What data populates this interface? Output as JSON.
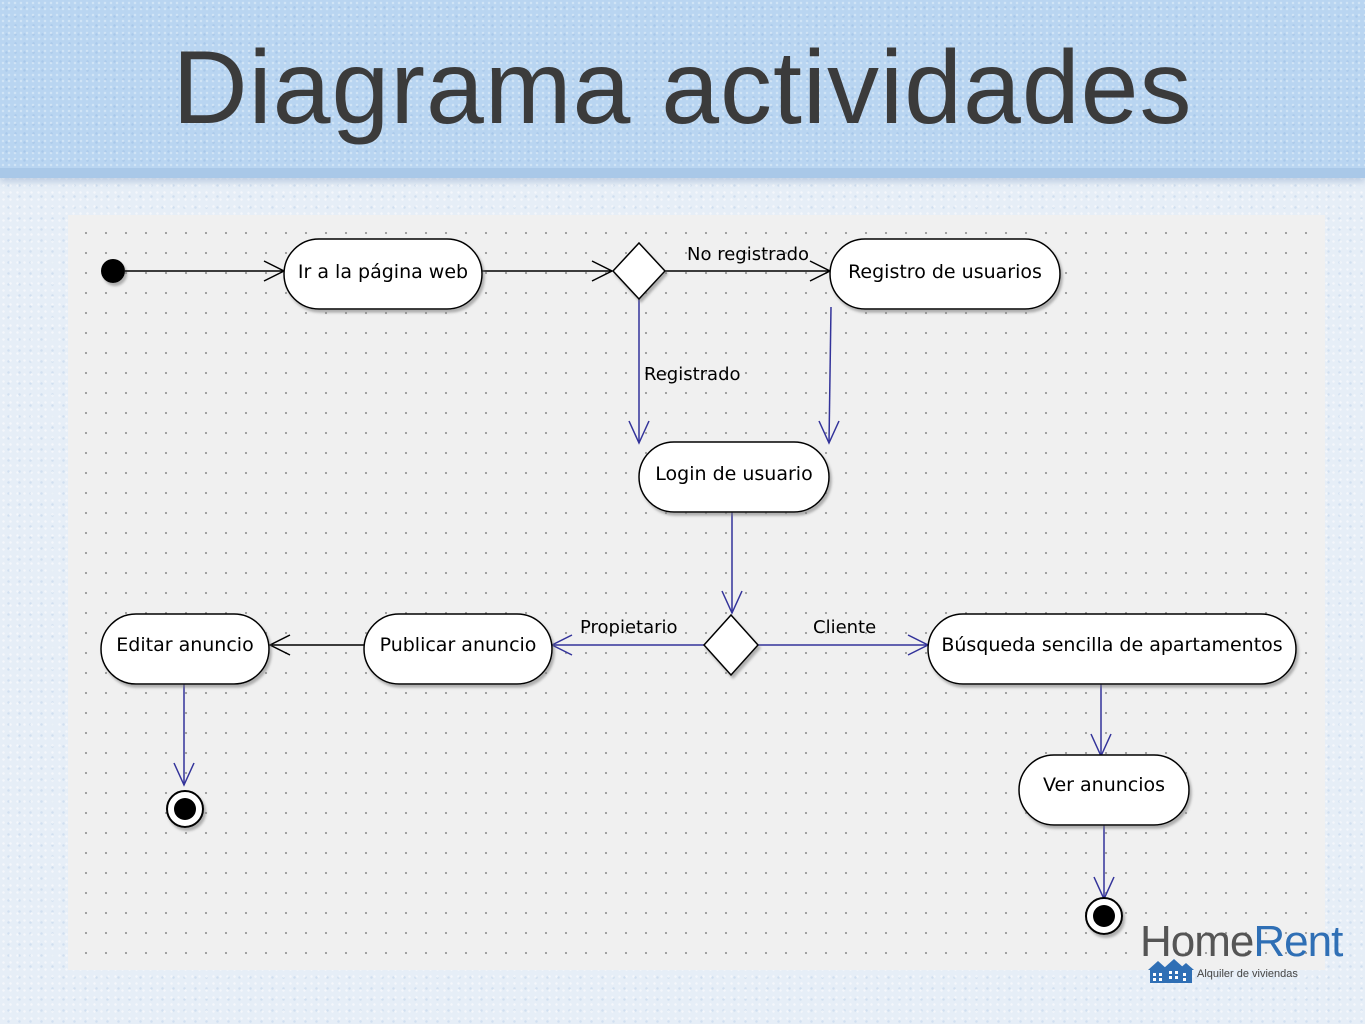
{
  "slide": {
    "title": "Diagrama actividades"
  },
  "diagram": {
    "nodes": {
      "ir_web": "Ir a la página web",
      "registro": "Registro de usuarios",
      "login": "Login de usuario",
      "publicar": "Publicar anuncio",
      "editar": "Editar anuncio",
      "busqueda": "Búsqueda sencilla de apartamentos",
      "ver": "Ver anuncios"
    },
    "edges": {
      "no_registrado": "No registrado",
      "registrado": "Registrado",
      "propietario": "Propietario",
      "cliente": "Cliente"
    }
  },
  "logo": {
    "home": "Home",
    "rent": "Rent",
    "subtitle": "Alquiler de viviendas"
  }
}
